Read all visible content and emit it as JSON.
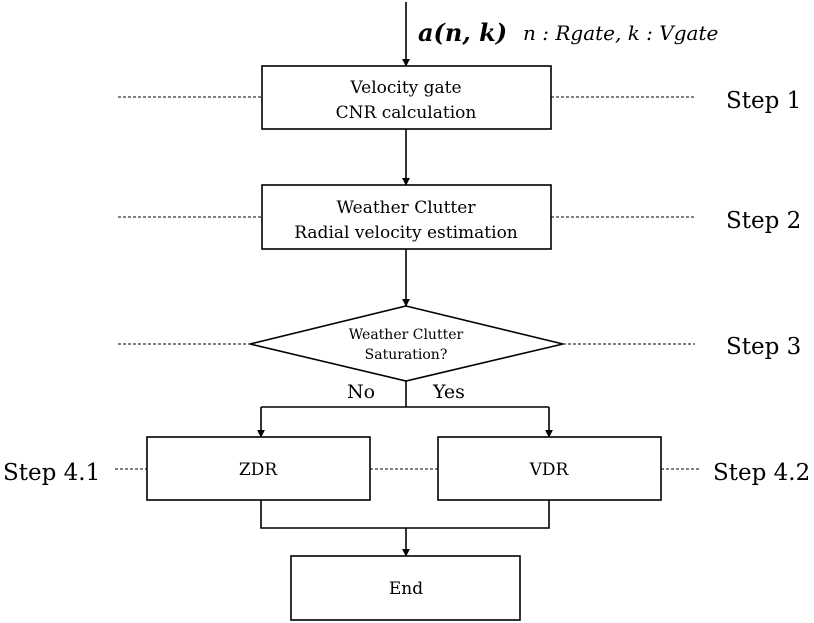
{
  "input": {
    "symbol": "a(n, k)",
    "legend": "n : Rgate, k : Vgate"
  },
  "nodes": {
    "step1_line1": "Velocity gate",
    "step1_line2": "CNR calculation",
    "step2_line1": "Weather Clutter",
    "step2_line2": "Radial velocity estimation",
    "decision_line1": "Weather Clutter",
    "decision_line2": "Saturation?",
    "zdr": "ZDR",
    "vdr": "VDR",
    "end": "End"
  },
  "branches": {
    "no": "No",
    "yes": "Yes"
  },
  "steps": {
    "step1": "Step 1",
    "step2": "Step 2",
    "step3": "Step 3",
    "step41": "Step 4.1",
    "step42": "Step 4.2"
  }
}
